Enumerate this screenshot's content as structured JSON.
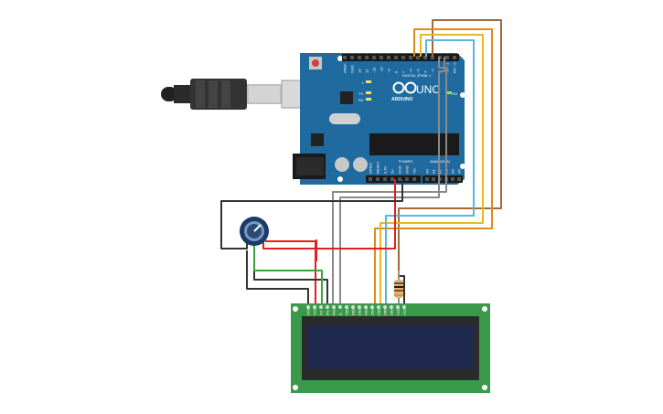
{
  "board": {
    "model": "UNO",
    "brand": "ARDUINO",
    "digital_header": "DIGITAL (PWM~)",
    "power_header": "POWER",
    "analog_header": "ANALOG IN",
    "led_l": "L",
    "led_tx": "TX",
    "led_rx": "RX",
    "led_on": "ON",
    "digital_pins": [
      "AREF",
      "GND",
      "13",
      "12",
      "~11",
      "~10",
      "~9",
      "8",
      "7",
      "~6",
      "~5",
      "4",
      "~3",
      "2",
      "TX→1",
      "RX←0"
    ],
    "power_pins": [
      "IOREF",
      "RESET",
      "3.3V",
      "5V",
      "GND",
      "GND",
      "Vin"
    ],
    "analog_pins": [
      "A0",
      "A1",
      "A2",
      "A3",
      "A4",
      "A5"
    ]
  },
  "lcd": {
    "pins": [
      "GND",
      "VCC",
      "V0",
      "RS",
      "RW",
      "E",
      "DB0",
      "DB1",
      "DB2",
      "DB3",
      "DB4",
      "DB5",
      "DB6",
      "DB7",
      "LED",
      "LED"
    ]
  },
  "colors": {
    "board": "#1f6a9e",
    "lcd_pcb": "#3a9a4a",
    "lcd_screen": "#1f2a4e",
    "wire_red": "#e02020",
    "wire_black": "#333333",
    "wire_green": "#3aa63a",
    "wire_gray": "#8a8a8a",
    "wire_blue": "#5ab5e0",
    "wire_yellow": "#e8b820",
    "wire_orange": "#e08a1a",
    "wire_brown": "#a06a3a"
  }
}
